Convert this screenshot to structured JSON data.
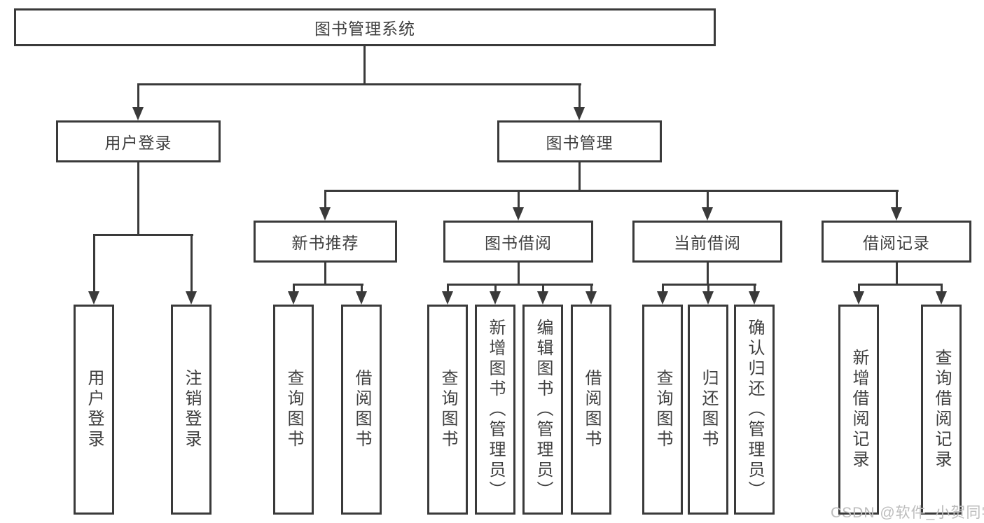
{
  "diagram": {
    "type": "hierarchy-flowchart",
    "tree": {
      "label": "图书管理系统",
      "children": [
        {
          "label": "用户登录",
          "children": [
            {
              "label": "用户登录"
            },
            {
              "label": "注销登录"
            }
          ]
        },
        {
          "label": "图书管理",
          "children": [
            {
              "label": "新书推荐",
              "children": [
                {
                  "label": "查询图书"
                },
                {
                  "label": "借阅图书"
                }
              ]
            },
            {
              "label": "图书借阅",
              "children": [
                {
                  "label": "查询图书"
                },
                {
                  "label": "新增图书（管理员）"
                },
                {
                  "label": "编辑图书（管理员）"
                },
                {
                  "label": "借阅图书"
                }
              ]
            },
            {
              "label": "当前借阅",
              "children": [
                {
                  "label": "查询图书"
                },
                {
                  "label": "归还图书"
                },
                {
                  "label": "确认归还（管理员）"
                }
              ]
            },
            {
              "label": "借阅记录",
              "children": [
                {
                  "label": "新增借阅记录"
                },
                {
                  "label": "查询借阅记录"
                }
              ]
            }
          ]
        }
      ]
    },
    "colors": {
      "line": "#3a3a3a",
      "text": "#3f3f3f",
      "box_background": "#ffffff",
      "watermark": "#bcbcbc"
    }
  },
  "watermark": {
    "text": "CSDN @软件_小贺同学"
  }
}
